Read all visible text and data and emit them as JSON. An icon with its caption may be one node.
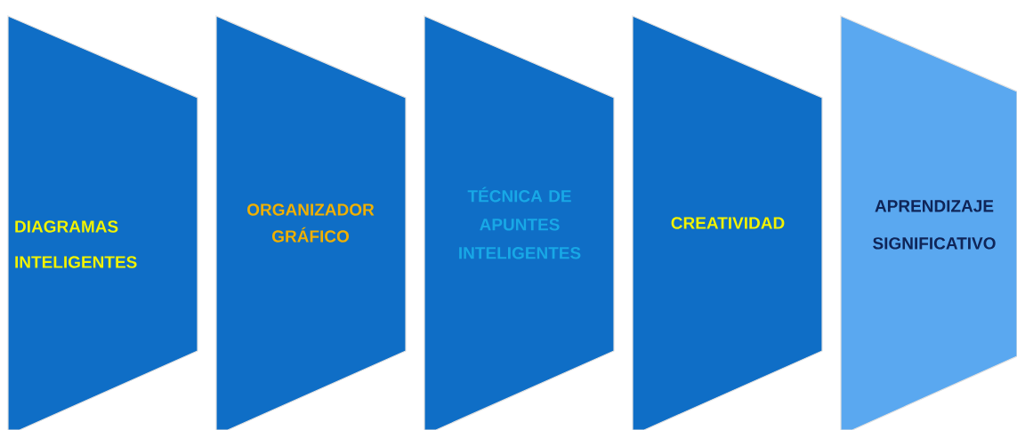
{
  "diagram": {
    "nodes": [
      {
        "text": [
          "DIAGRAMAS INTELIGENTES"
        ]
      },
      {
        "text": [
          "ORGANIZADOR GRÁFICO"
        ]
      },
      {
        "text": [
          "TÉCNICA DE APUNTES INTELIGENTES"
        ]
      },
      {
        "text": [
          "CREATIVIDAD"
        ]
      },
      {
        "text": [
          "APRENDIZAJE SIGNIFICATIVO"
        ]
      }
    ]
  }
}
